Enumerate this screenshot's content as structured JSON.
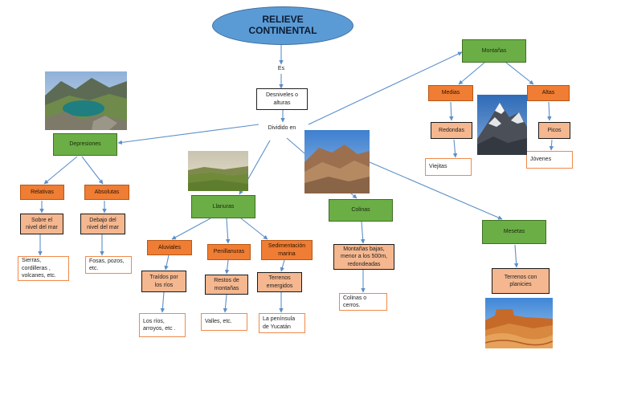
{
  "title": "RELIEVE\nCONTINENTAL",
  "link_word": "Es",
  "desniveles": "Desniveles o\nalturas",
  "dividido": "Dividido en",
  "depresiones": {
    "label": "Depresiones",
    "relativas": "Relativas",
    "absolutas": "Absolutas",
    "sobre_nivel": "Sobre el\nnivel del mar",
    "debajo_nivel": "Debajo del\nnivel del mar",
    "ej_relativas": "Sierras,\ncordilleras ,\nvolcanes, etc.",
    "ej_absolutas": "Fosas, pozos,\netc."
  },
  "llanuras": {
    "label": "Llanuras",
    "aluviales": "Aluviales",
    "penillanuras": "Penillanuras",
    "sedimentacion": "Sedimentación\nmarina",
    "traidos": "Traídos por\nlos ríos",
    "restos": "Restos de\nmontañas",
    "terrenos_emergidos": "Terrenos\nemergidos",
    "ej_aluviales": "Los ríos,\narroyos, etc .",
    "ej_penillanuras": "Valles, etc.",
    "ej_sedimentacion": "La península\nde Yucatán"
  },
  "colinas": {
    "label": "Colinas",
    "desc": "Montañas bajas,\nmenor a los 500m,\nredondeadas",
    "ej": "Colinas o\ncerros."
  },
  "montanas": {
    "label": "Montañas",
    "medias": "Medias",
    "altas": "Altas",
    "redondas": "Redondas",
    "picos": "Picos",
    "ej_medias": "Viejitas",
    "ej_altas": "Jóvenes"
  },
  "mesetas": {
    "label": "Mesetas",
    "desc": "Terrenos con\nplanicies"
  },
  "colors": {
    "title_fill": "#5b9bd5",
    "green_node": "#6bae45",
    "orange_node": "#ef7d33",
    "peach_node": "#f5b78f",
    "connector": "#5b8fc9"
  }
}
